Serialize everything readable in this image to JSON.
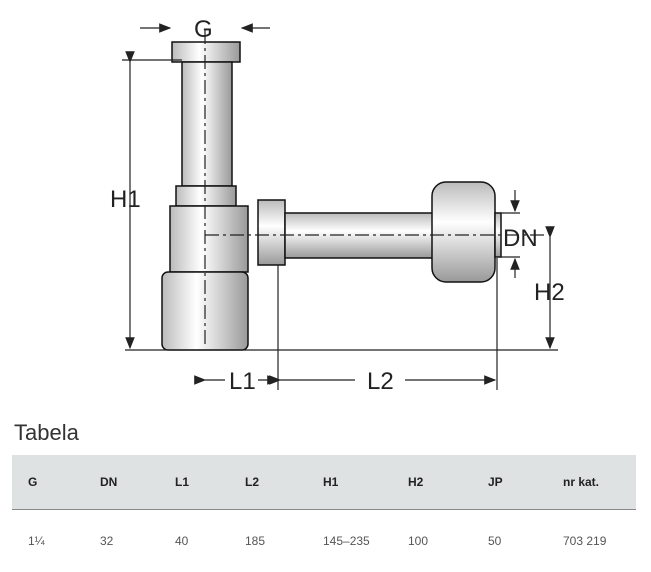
{
  "diagram": {
    "labels": {
      "g": "G",
      "h1": "H1",
      "h2": "H2",
      "dn": "DN",
      "l1": "L1",
      "l2": "L2"
    }
  },
  "table": {
    "title": "Tabela",
    "headers": [
      "G",
      "DN",
      "L1",
      "L2",
      "H1",
      "H2",
      "JP",
      "nr kat."
    ],
    "rows": [
      [
        "1¼",
        "32",
        "40",
        "185",
        "145–235",
        "100",
        "50",
        "703 219"
      ]
    ]
  }
}
